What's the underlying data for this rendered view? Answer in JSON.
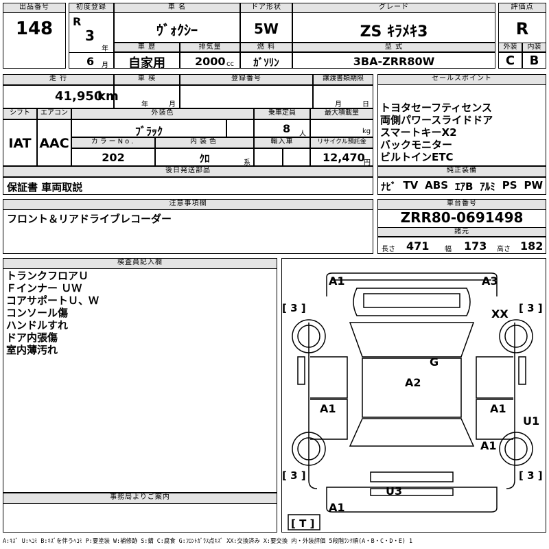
{
  "header": {
    "lot_label": "出品番号",
    "lot_number": "148",
    "first_reg_label": "初度登録",
    "era": "R",
    "year": "3",
    "year_unit": "年",
    "month": "6",
    "month_unit": "月",
    "car_name_label": "車 名",
    "car_name": "ｳﾞｫｸｼｰ",
    "door_label": "ドア形状",
    "door": "5W",
    "grade_label": "グレード",
    "grade": "ZS ｷﾗﾒｷ3",
    "score_label": "評価点",
    "score": "R",
    "history_label": "車 歴",
    "history": "自家用",
    "displacement_label": "排気量",
    "displacement": "2000",
    "displacement_unit": "cc",
    "fuel_label": "燃 料",
    "fuel": "ｶﾞｿﾘﾝ",
    "model_label": "型 式",
    "model": "3BA-ZRR80W",
    "exterior_label": "外装",
    "exterior": "C",
    "interior_label": "内装",
    "interior": "B"
  },
  "row2": {
    "mileage_label": "走 行",
    "mileage": "41,950",
    "mileage_unit": "km",
    "inspection_label": "車 検",
    "inspection_year_unit": "年",
    "inspection_month_unit": "月",
    "reg_no_label": "登録番号",
    "transfer_label": "譲渡書類期限",
    "transfer_month_unit": "月",
    "transfer_day_unit": "日",
    "shift_label": "シフト",
    "shift": "IAT",
    "ac_label": "エアコン",
    "ac": "AAC",
    "color_label": "外装色",
    "color": "ﾌﾞﾗｯｸ",
    "capacity_label": "乗車定員",
    "capacity": "8",
    "capacity_unit": "人",
    "load_label": "最大積載量",
    "load_unit": "kg",
    "color_no_label": "カラーNo.",
    "color_no": "202",
    "int_color_label": "内装色",
    "int_color": "ｸﾛ",
    "int_color_unit": "系",
    "import_label": "輸入車",
    "recycle_label": "リサイクル預託金",
    "recycle": "12,470",
    "recycle_unit": "円",
    "later_label": "後日発送部品",
    "later": "保証書 車両取説"
  },
  "sales": {
    "label": "セールスポイント",
    "items": [
      "トヨタセーフティセンス",
      "両側パワースライドドア",
      "スマートキーX2",
      "バックモニター",
      "ビルトインETC"
    ],
    "equip_label": "純正装備",
    "equipment": [
      "ﾅﾋﾞ",
      "TV",
      "ABS",
      "ｴｱB",
      "ｱﾙﾐ",
      "PS",
      "PW"
    ]
  },
  "notes": {
    "label": "注意事項欄",
    "text": "フロント＆リアドライブレコーダー"
  },
  "chassis": {
    "label": "車台番号",
    "number": "ZRR80-0691498",
    "spec_label": "諸元",
    "length_label": "長さ",
    "length": "471",
    "width_label": "幅",
    "width": "173",
    "height_label": "高さ",
    "height": "182"
  },
  "inspector": {
    "label": "検査員記入欄",
    "items": [
      "トランクフロアＵ",
      "Ｆインナー ＵＷ",
      "コアサポートＵ、Ｗ",
      "コンソール傷",
      "ハンドルすれ",
      "ドア内張傷",
      "室内薄汚れ"
    ]
  },
  "office": {
    "label": "事務局よりご案内"
  },
  "diagram": {
    "marks": {
      "top_left": "A1",
      "top_right": "A3",
      "hood": "XX",
      "roof_g": "G",
      "roof": "A2",
      "left_door": "A1",
      "right_door": "A1",
      "right_rear": "A1",
      "right_side": "U1",
      "bumper": "U3",
      "bottom_left": "A1",
      "bracket_tl": "[ 3 ]",
      "bracket_tr": "[ 3 ]",
      "bracket_bl": "[ 3 ]",
      "bracket_br": "[ 3 ]",
      "bracket_t": "[ T ]"
    }
  },
  "legend": "A:ｷｽﾞ U:ﾍｺﾐ B:ｷｽﾞを伴うﾍｺﾐ P:要塗装 W:補修跡 S:錆 C:腐食 G:ﾌﾛﾝﾄｶﾞﾗｽ点ｷｽﾞ XX:交換済み X:要交換 内・外装評価 5段階ﾗﾝｸ順(A・B・C・D・E) 1"
}
